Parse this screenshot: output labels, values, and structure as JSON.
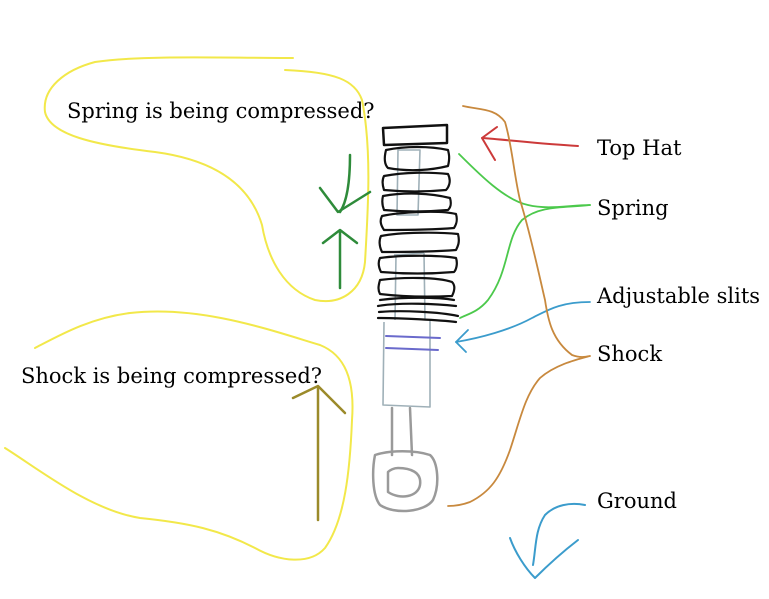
{
  "labels": {
    "spring_question": "Spring is being compressed?",
    "shock_question": "Shock is being compressed?",
    "top_hat": "Top Hat",
    "spring": "Spring",
    "adjustable_slits": "Adjustable slits",
    "shock": "Shock",
    "ground": "Ground"
  },
  "colors": {
    "highlight_outline": "#f2e84a",
    "spring_arrows": "#2e8b3a",
    "shock_arrow": "#9b8a2a",
    "top_hat_arrow": "#cc3a3a",
    "spring_pointer": "#4cc94c",
    "slits_pointer": "#3b9ccc",
    "shock_bracket": "#c8893e",
    "ground_arrow": "#3b9ccc",
    "spring_coils": "#111111",
    "shock_body": "#9fb0b8",
    "shock_rod": "#9a9a9a",
    "slit_marks": "#6a6acc"
  }
}
